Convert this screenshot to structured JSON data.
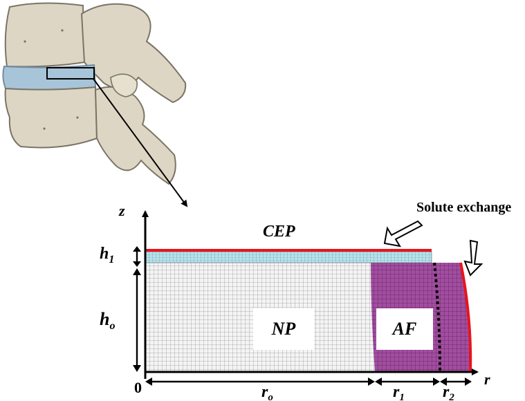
{
  "figure": {
    "labels": {
      "z_axis": "z",
      "r_axis": "r",
      "origin": "0",
      "cep": "CEP",
      "np": "NP",
      "af": "AF",
      "solute_exchange": "Solute exchange",
      "h1_main": "h",
      "h1_sub": "1",
      "ho_main": "h",
      "ho_sub": "o",
      "ro_main": "r",
      "ro_sub": "o",
      "r1_main": "r",
      "r1_sub": "1",
      "r2_main": "r",
      "r2_sub": "2"
    },
    "colors": {
      "bone_fill": "#ddd6c4",
      "bone_stroke": "#7a7466",
      "disc_blue": "#a8c4d8",
      "mesh_np": "#b9b9b9",
      "mesh_af": "#8f3f8e",
      "cep_layer": "#a8dbe6",
      "boundary_red": "#e8141c",
      "black": "#000000"
    }
  }
}
